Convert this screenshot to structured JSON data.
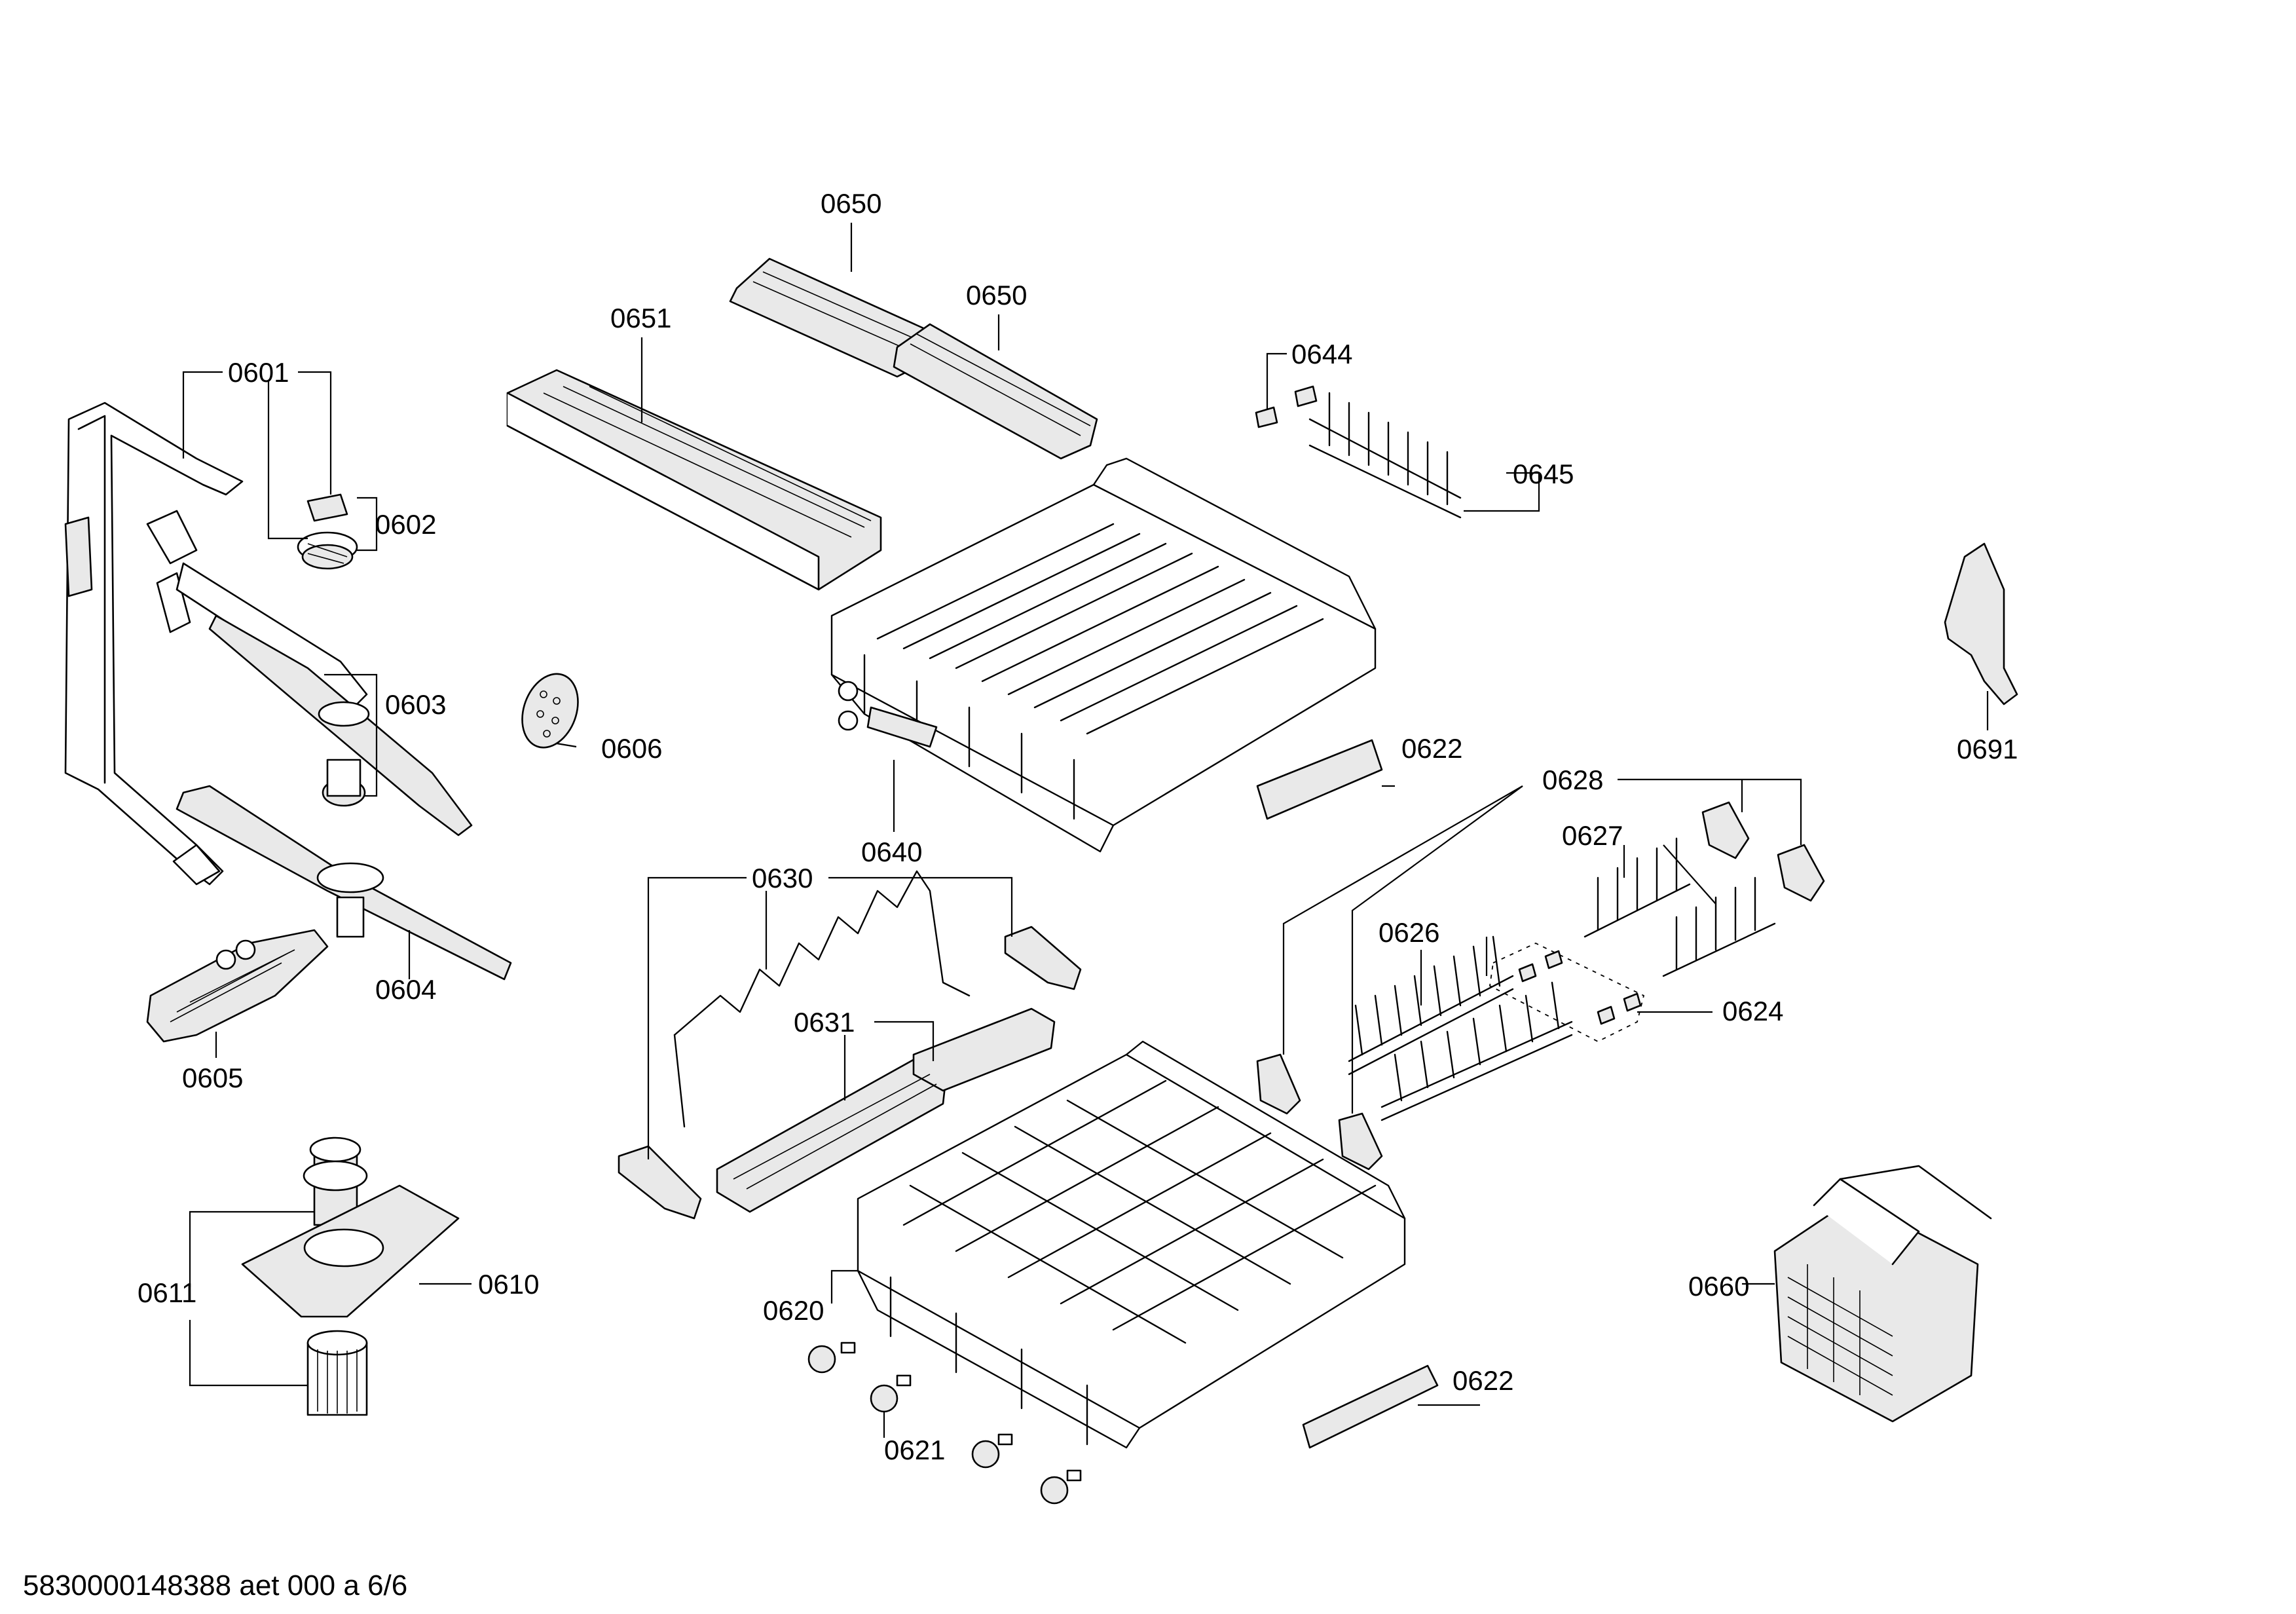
{
  "labels": {
    "l0601": "0601",
    "l0602": "0602",
    "l0603": "0603",
    "l0604": "0604",
    "l0605": "0605",
    "l0606": "0606",
    "l0610": "0610",
    "l0611": "0611",
    "l0620": "0620",
    "l0621": "0621",
    "l0622a": "0622",
    "l0622b": "0622",
    "l0624": "0624",
    "l0626": "0626",
    "l0627": "0627",
    "l0628": "0628",
    "l0630": "0630",
    "l0631": "0631",
    "l0640": "0640",
    "l0644": "0644",
    "l0645": "0645",
    "l0650a": "0650",
    "l0650b": "0650",
    "l0651": "0651",
    "l0660": "0660",
    "l0691": "0691"
  },
  "footer": "5830000148388 aet 000 a 6/6"
}
